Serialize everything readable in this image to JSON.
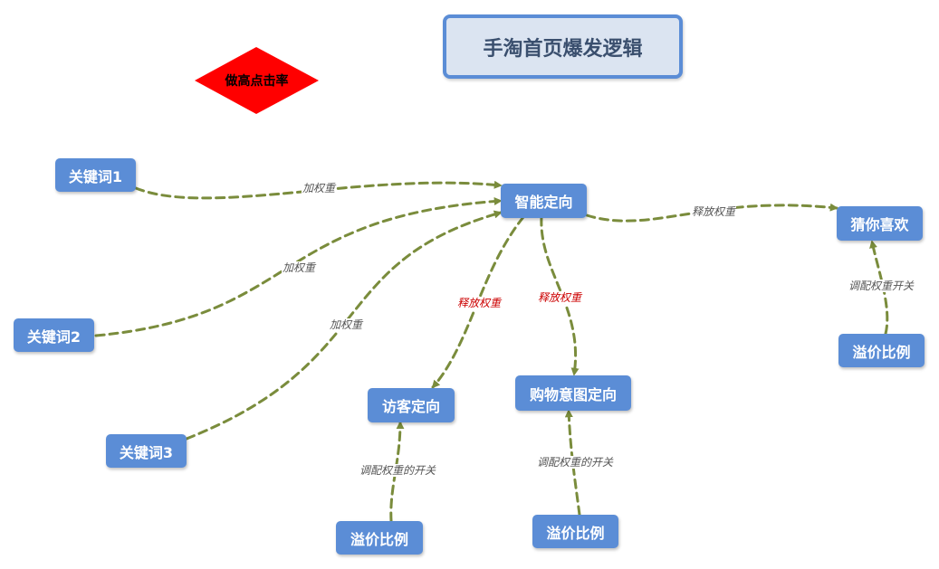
{
  "title": "手淘首页爆发逻辑",
  "diamond_label": "做高点击率",
  "colors": {
    "node_fill": "#5b8dd6",
    "edge": "#7a8c3c",
    "label_red": "#cc0000",
    "label_gray": "#555555",
    "diamond": "#ff0000"
  },
  "nodes": {
    "keyword1": "关键词1",
    "keyword2": "关键词2",
    "keyword3": "关键词3",
    "smart": "智能定向",
    "guess": "猜你喜欢",
    "visitor": "访客定向",
    "purchase": "购物意图定向",
    "premium1": "溢价比例",
    "premium2": "溢价比例",
    "premium3": "溢价比例"
  },
  "edges": {
    "k1_smart": "加权重",
    "k2_smart": "加权重",
    "k3_smart": "加权重",
    "smart_guess": "释放权重",
    "smart_visitor": "释放权重",
    "smart_purchase": "释放权重",
    "p1_visitor": "调配权重的开关",
    "p2_purchase": "调配权重的开关",
    "p3_guess": "调配权重开关"
  }
}
